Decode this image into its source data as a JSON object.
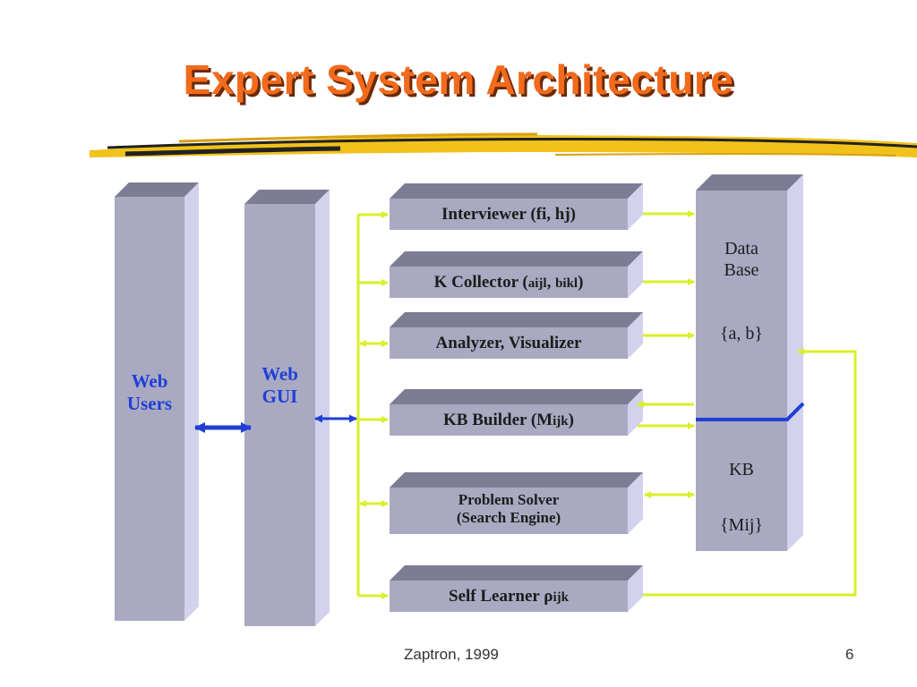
{
  "slide": {
    "title": "Expert System Architecture",
    "footer_left": "Zaptron, 1999",
    "page_number": "6"
  },
  "columns": {
    "web_users": [
      "Web",
      "Users"
    ],
    "web_gui": [
      "Web",
      "GUI"
    ]
  },
  "modules": {
    "interviewer": "Interviewer (fi, hj)",
    "k_collector": {
      "main": "K Collector (",
      "sub1": "aijl",
      "mid": ", ",
      "sub2": "bikl",
      "end": ")"
    },
    "analyzer": "Analyzer, Visualizer",
    "kb_builder": {
      "main": "KB Builder (M",
      "sub": "ijk",
      "end": ")"
    },
    "problem_solver": [
      "Problem Solver",
      "(Search Engine)"
    ],
    "self_learner": {
      "main": "Self Learner ",
      "rho": "ρ",
      "sub": "ijk"
    }
  },
  "database": {
    "top": [
      "Data",
      "Base"
    ],
    "top_set": "{a, b}",
    "bottom": "KB",
    "bottom_set": "{Mij}"
  },
  "colors": {
    "title": "#f26a1b",
    "label_blue": "#1f3fd6",
    "arrow_yellow": "#d8ef2a",
    "arrow_blue": "#1f3fd6",
    "box_face": "#a9a9c2",
    "box_top": "#7c7c95",
    "box_side": "#d2d2ec"
  }
}
